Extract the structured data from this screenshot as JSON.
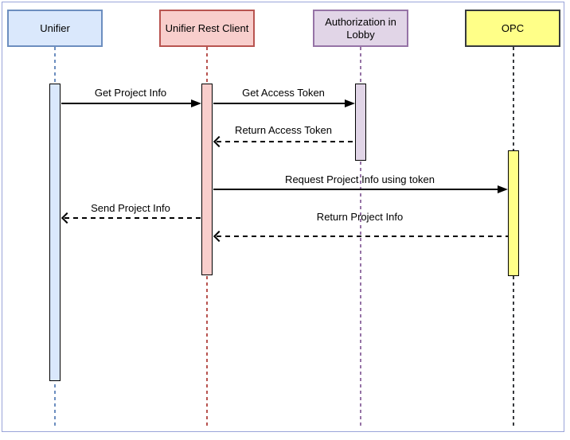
{
  "diagram_type": "UML sequence diagram",
  "participants": [
    {
      "name": "Unifier",
      "fill": "#dae8fc",
      "stroke": "#6c8ebf"
    },
    {
      "name": "Unifier Rest Client",
      "fill": "#f8cecc",
      "stroke": "#b85450"
    },
    {
      "name": "Authorization in Lobby",
      "fill": "#e1d5e7",
      "stroke": "#9673a6"
    },
    {
      "name": "OPC",
      "fill": "#ffff88",
      "stroke": "#36393d"
    }
  ],
  "messages": [
    {
      "label": "Get Project Info",
      "from": "Unifier",
      "to": "Unifier Rest Client",
      "line": "solid",
      "arrow": "filled"
    },
    {
      "label": "Get Access Token",
      "from": "Unifier Rest Client",
      "to": "Authorization in Lobby",
      "line": "solid",
      "arrow": "filled"
    },
    {
      "label": "Return Access Token",
      "from": "Authorization in Lobby",
      "to": "Unifier Rest Client",
      "line": "dashed",
      "arrow": "open"
    },
    {
      "label": "Request Project Info using token",
      "from": "Unifier Rest Client",
      "to": "OPC",
      "line": "solid",
      "arrow": "filled"
    },
    {
      "label": "Send Project Info",
      "from": "Unifier Rest Client",
      "to": "Unifier",
      "line": "dashed",
      "arrow": "open"
    },
    {
      "label": "Return Project Info",
      "from": "OPC",
      "to": "Unifier Rest Client",
      "line": "dashed",
      "arrow": "open"
    }
  ]
}
